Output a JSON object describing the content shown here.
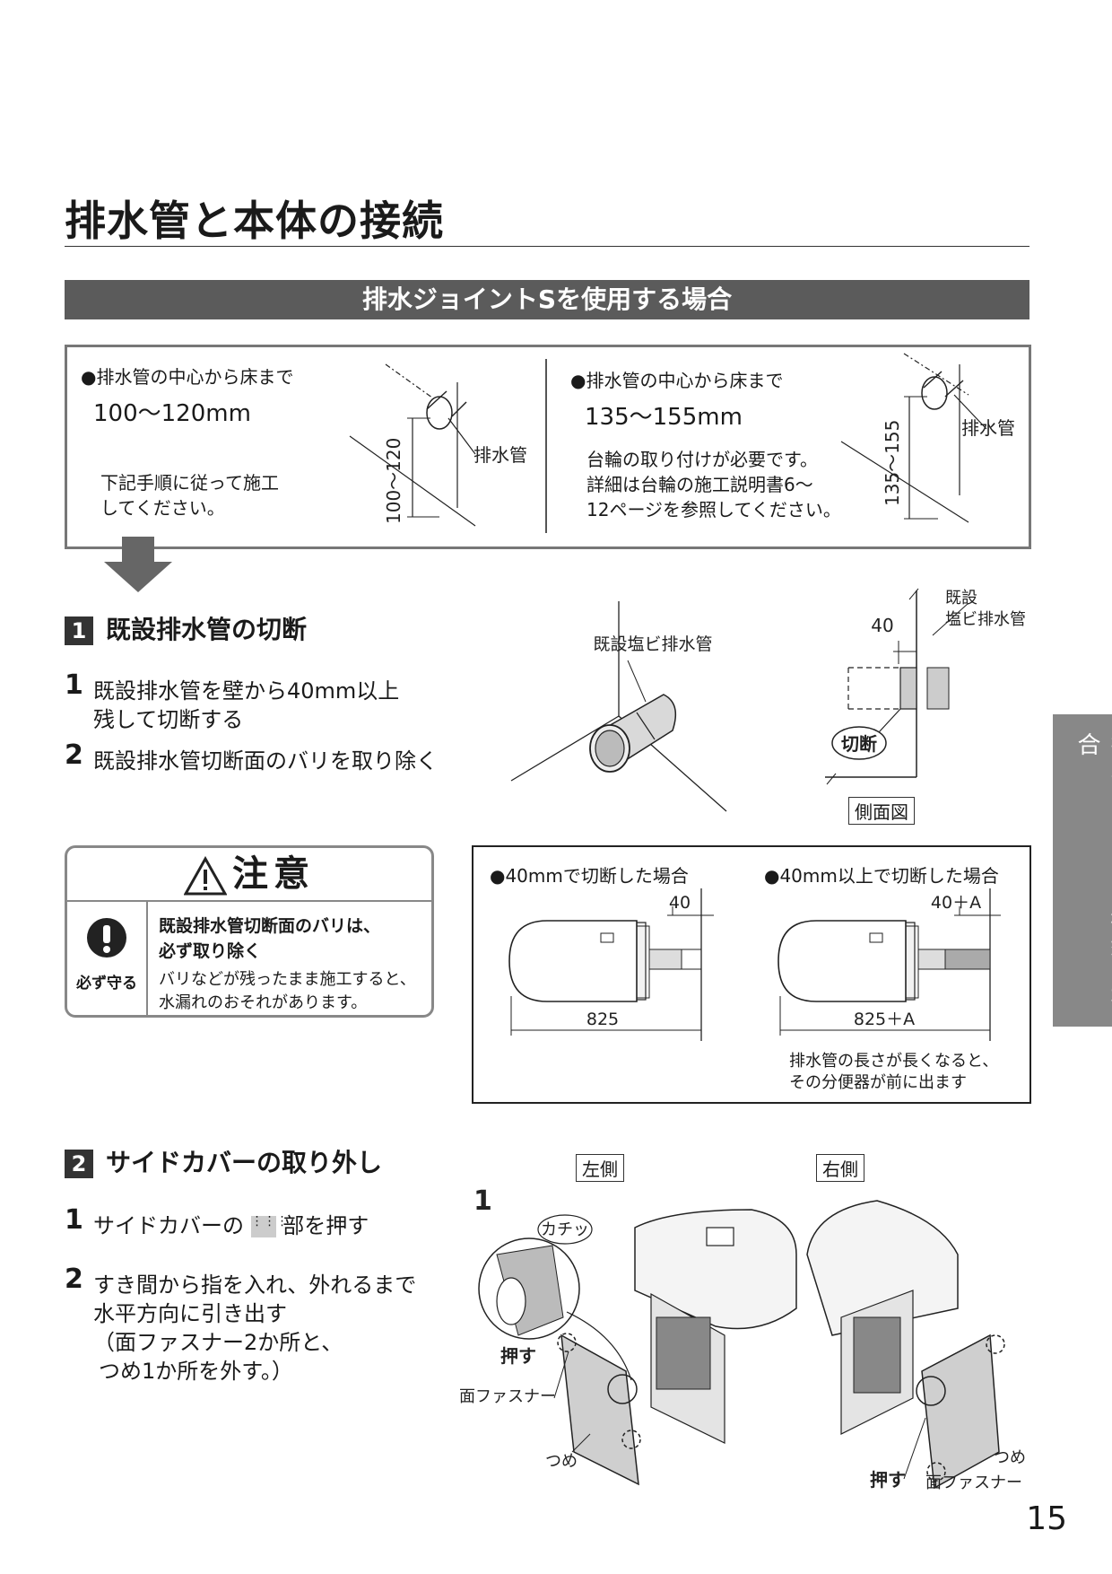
{
  "page": {
    "title": "排水管と本体の接続",
    "banner": "排水ジョイントSを使用する場合",
    "page_number": "15",
    "side_tab": "排水ジョイント接続の場合"
  },
  "conditions": {
    "left": {
      "heading": "●排水管の中心から床まで",
      "range": "100〜120mm",
      "note1": "下記手順に従って施工",
      "note2": "してください。",
      "dim_label": "100〜120",
      "pipe_label": "排水管"
    },
    "right": {
      "heading": "●排水管の中心から床まで",
      "range": "135〜155mm",
      "note1": "台輪の取り付けが必要です。",
      "note2": "詳細は台輪の施工説明書6〜",
      "note3": "12ページを参照してください。",
      "dim_label": "135〜155",
      "pipe_label": "排水管"
    }
  },
  "section1": {
    "num": "1",
    "heading": "既設排水管の切断",
    "steps": [
      {
        "num": "1",
        "line1": "既設排水管を壁から40mm以上",
        "line2": "残して切断する"
      },
      {
        "num": "2",
        "line1": "既設排水管切断面のバリを取り除く"
      }
    ],
    "fig": {
      "pipe_label": "既設塩ビ排水管",
      "dim": "40",
      "existing_label1": "既設",
      "existing_label2": "塩ビ排水管",
      "cut_label": "切断",
      "view_label": "側面図"
    }
  },
  "caution": {
    "title": "注意",
    "mandatory": "必ず守る",
    "bold1": "既設排水管切断面のバリは、",
    "bold2": "必ず取り除く",
    "text1": "バリなどが残ったまま施工すると、",
    "text2": "水漏れのおそれがあります。"
  },
  "cut_cases": {
    "left_title": "●40mmで切断した場合",
    "right_title": "●40mm以上で切断した場合",
    "left_dim_top": "40",
    "left_dim_bottom": "825",
    "right_dim_top": "40＋A",
    "right_dim_bottom": "825＋A",
    "note1": "排水管の長さが長くなると、",
    "note2": "その分便器が前に出ます"
  },
  "section2": {
    "num": "2",
    "heading": "サイドカバーの取り外し",
    "steps": [
      {
        "num": "1",
        "line1a": "サイドカバーの",
        "line1b": "部を押す"
      },
      {
        "num": "2",
        "line1": "すき間から指を入れ、外れるまで",
        "line2": "水平方向に引き出す",
        "line3": "（面ファスナー2か所と、",
        "line4": "つめ1か所を外す。）"
      }
    ],
    "fig": {
      "left_label": "左側",
      "right_label": "右側",
      "callout_num": "1",
      "click_label": "カチッ",
      "push_label": "押す",
      "fastener_label": "面ファスナー",
      "claw_label": "つめ",
      "push_label_right": "押す",
      "fastener_label_right": "面ファスナー",
      "claw_label_right": "つめ"
    }
  }
}
